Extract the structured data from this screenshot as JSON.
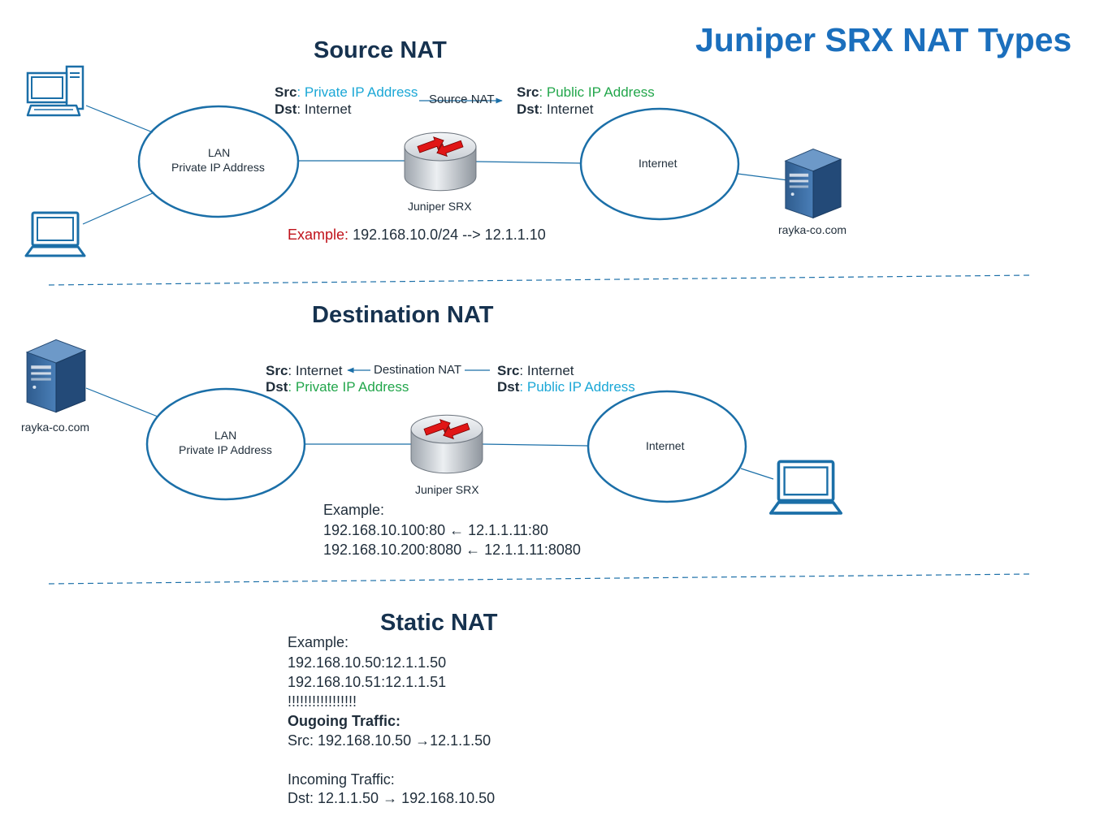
{
  "title": "Juniper SRX NAT Types",
  "source_nat": {
    "heading": "Source NAT",
    "lan_title": "LAN",
    "lan_sub": "Private IP Address",
    "router_label": "Juniper SRX",
    "internet_label": "Internet",
    "server_label": "rayka-co.com",
    "pre": {
      "src_key": "Src",
      "src_val": ": Private IP Address",
      "dst_key": "Dst",
      "dst_val": ": Internet"
    },
    "arrow_label": "Source NAT",
    "post": {
      "src_key": "Src",
      "src_val": ": Public IP Address",
      "dst_key": "Dst",
      "dst_val": ": Internet"
    },
    "example_label": "Example:",
    "example_value": "192.168.10.0/24 --> 12.1.1.10"
  },
  "destination_nat": {
    "heading": "Destination NAT",
    "lan_title": "LAN",
    "lan_sub": "Private IP Address",
    "router_label": "Juniper SRX",
    "internet_label": "Internet",
    "server_label": "rayka-co.com",
    "pre": {
      "src_key": "Src",
      "src_val": ": Internet",
      "dst_key": "Dst",
      "dst_val": ": Private IP Address"
    },
    "arrow_label": "Destination NAT",
    "post": {
      "src_key": "Src",
      "src_val": ": Internet",
      "dst_key": "Dst",
      "dst_val": ": Public IP Address"
    },
    "example_label": "Example:",
    "example_lines": [
      "192.168.10.100:80 ← 12.1.1.11:80",
      "192.168.10.200:8080 ← 12.1.1.11:8080"
    ]
  },
  "static_nat": {
    "heading": "Static NAT",
    "example_label": "Example:",
    "line1": "192.168.10.50:12.1.1.50",
    "line2": "192.168.10.51:12.1.1.51",
    "line3": "!!!!!!!!!!!!!!!!!",
    "outgoing_title": "Ougoing Traffic:",
    "outgoing_line": "Src: 192.168.10.50 →12.1.1.50",
    "incoming_title": "Incoming Traffic:",
    "incoming_line": "Dst: 12.1.1.50 → 192.168.10.50"
  },
  "colors": {
    "title": "#1b6fbd",
    "heading": "#16324f",
    "ellipse": "#1b6fa8",
    "cyan": "#1aa7d6",
    "green": "#22a64b",
    "red": "#c0121b"
  }
}
